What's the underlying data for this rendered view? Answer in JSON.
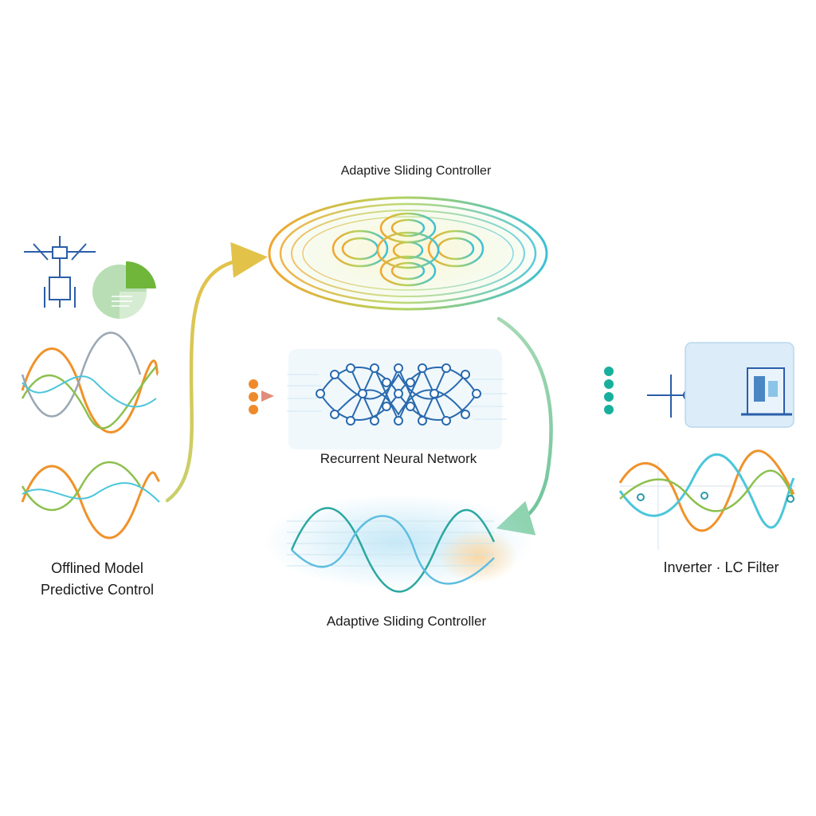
{
  "labels": {
    "top_controller": "Adaptive Sliding Controller",
    "rnn": "Recurrent Neural Network",
    "bottom_controller": "Adaptive Sliding Controller",
    "left_line1": "Offlined Model",
    "left_line2": "Predictive Control",
    "right": "Inverter · LC Filter"
  },
  "colors": {
    "orange": "#f0922a",
    "yellow": "#e7c84a",
    "green": "#8cc04e",
    "teal": "#2bb3a3",
    "cyan": "#4cc6da",
    "blue": "#2a5ea8",
    "grey": "#9aa7b4"
  },
  "icons": {
    "left_schematic": "circuit-schematic-icon",
    "left_chart": "pie-chart-icon",
    "right_schematic": "inverter-circuit-icon",
    "right_panel": "lc-filter-panel-icon"
  }
}
